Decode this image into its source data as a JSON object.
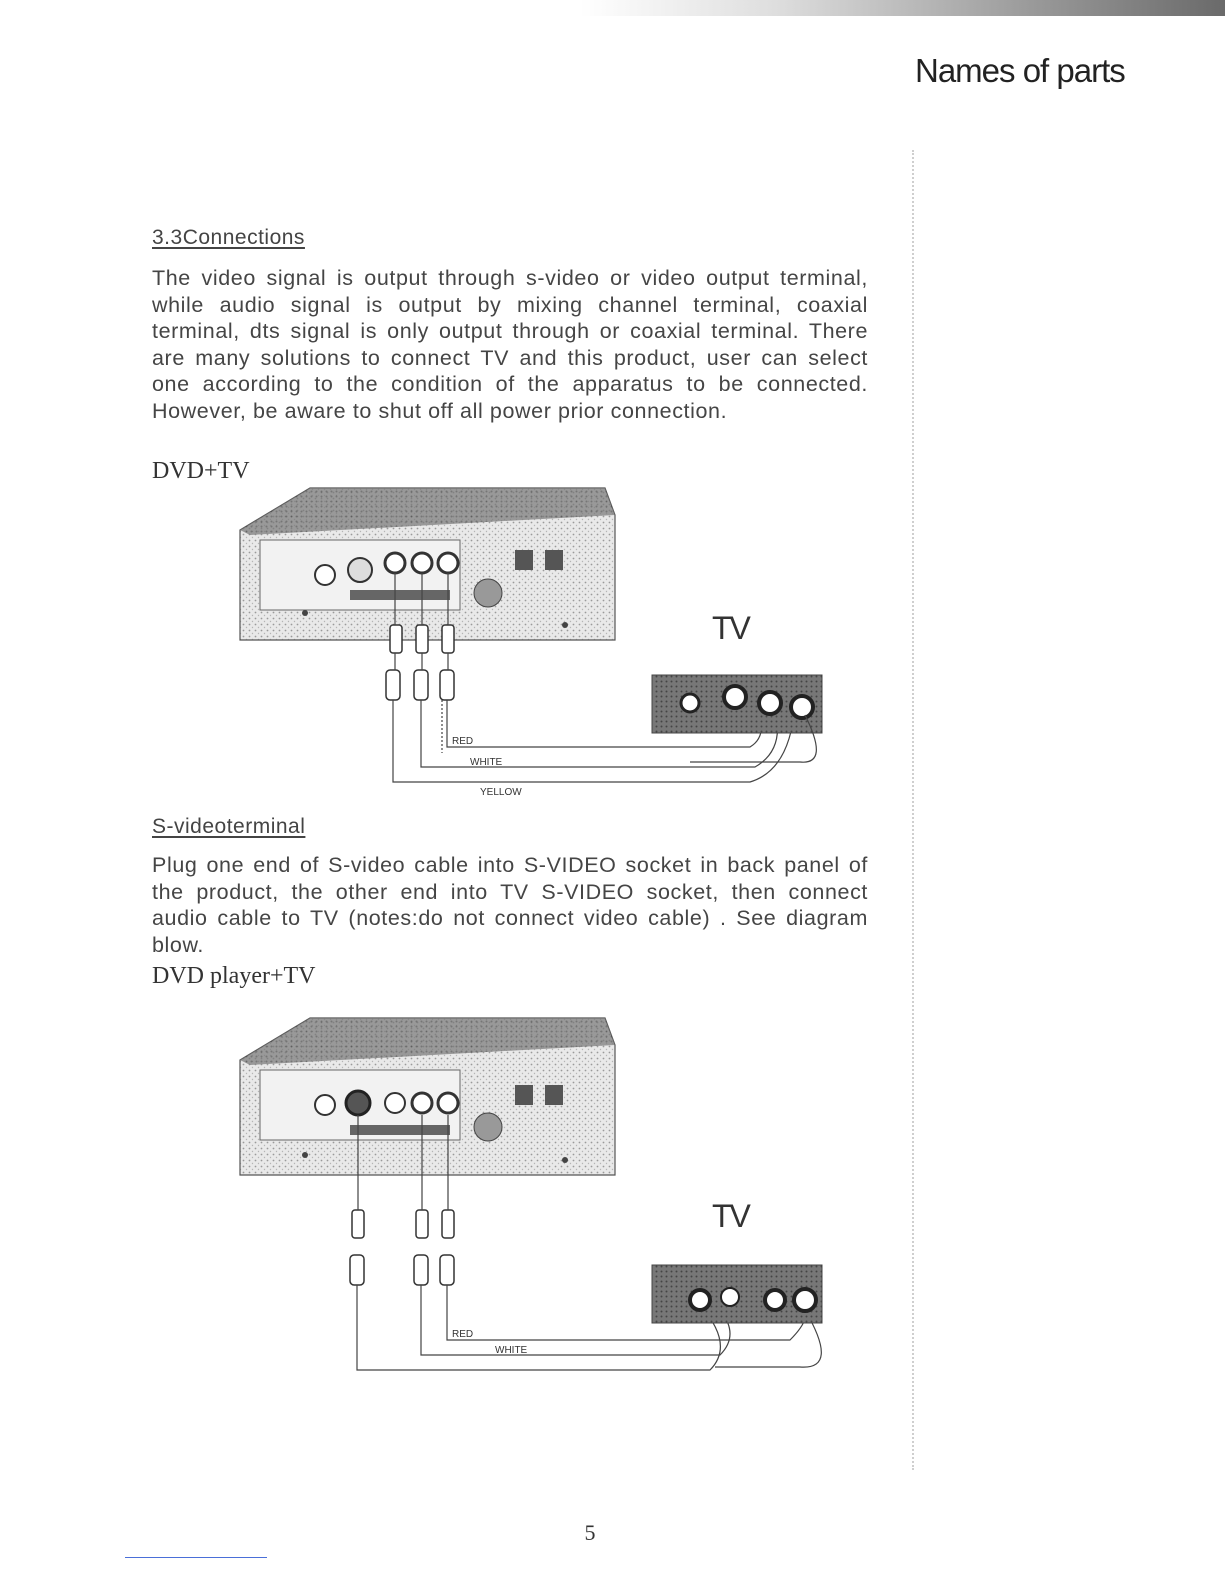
{
  "header": {
    "title": "Names of parts"
  },
  "section1": {
    "heading": "3.3Connections",
    "paragraph": "The video signal is output through s-video or video output terminal, while audio signal is output by mixing channel terminal, coaxial terminal, dts signal is only output through or coaxial terminal. There are many solutions to connect TV and this product, user can select one according to the condition of the apparatus to be connected. However, be aware to shut off all power prior connection.",
    "diagram_label": "DVD+TV",
    "tv_label": "TV",
    "cables": {
      "red": "RED",
      "white": "WHITE",
      "yellow": "YELLOW"
    }
  },
  "section2": {
    "heading": "S-videoterminal",
    "paragraph": "Plug one end of S-video cable into S-VIDEO socket in back panel of the product, the other end into TV S-VIDEO socket, then connect audio cable to TV (notes:do not connect video cable) . See diagram blow.",
    "diagram_label": "DVD player+TV",
    "tv_label": "TV",
    "cables": {
      "red": "RED",
      "white": "WHITE"
    }
  },
  "footer": {
    "page_number": "5"
  }
}
